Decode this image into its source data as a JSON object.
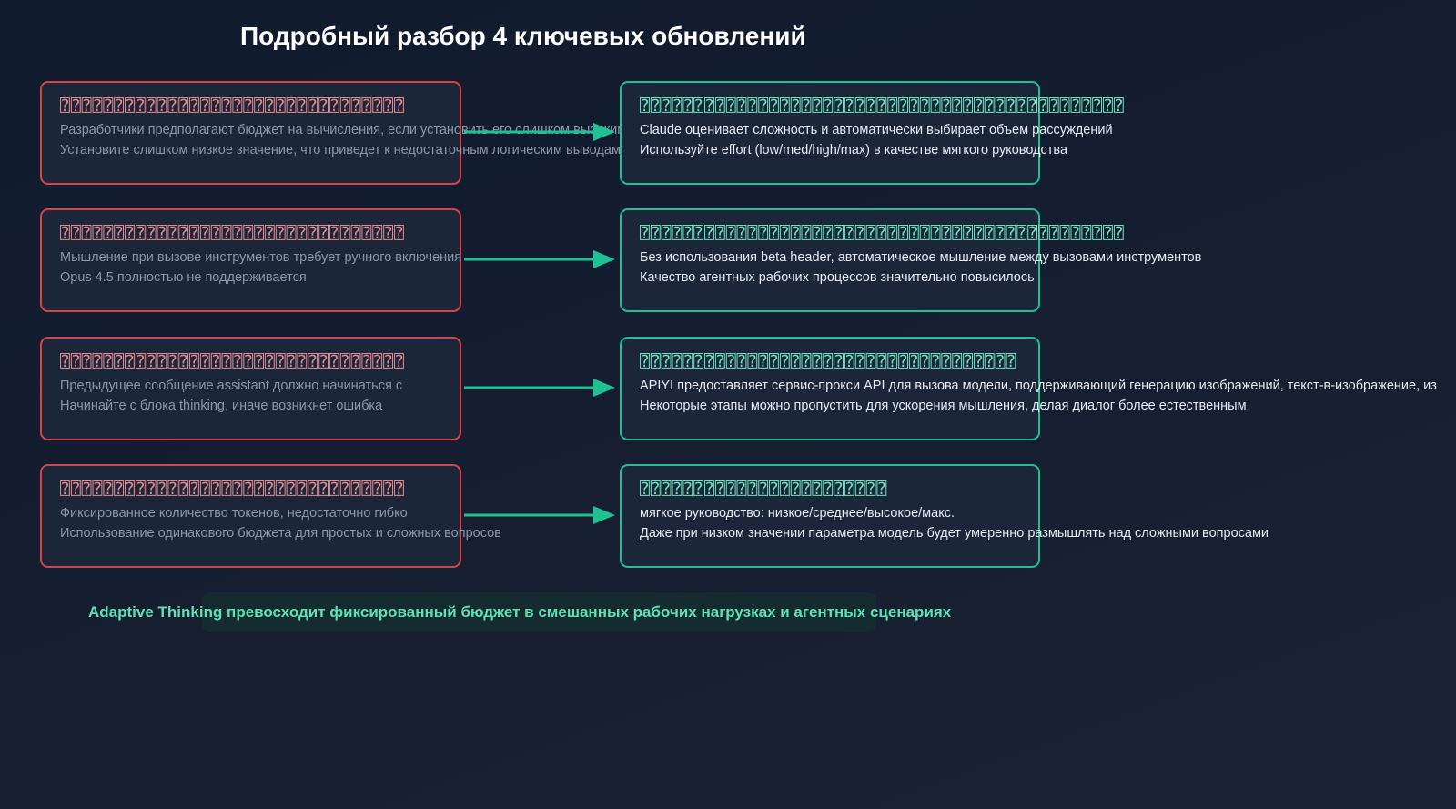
{
  "title": "Подробный разбор 4 ключевых обновлений",
  "colors": {
    "old_border": "#d9424a",
    "new_border": "#1fc192",
    "arrow": "#1fc192",
    "summary_text": "#5fe1b3"
  },
  "rows": [
    {
      "old": {
        "heading": "⍰⍰⍰⍰⍰⍰⍰⍰⍰⍰⍰⍰⍰⍰⍰⍰⍰⍰⍰⍰⍰⍰⍰⍰⍰⍰⍰⍰⍰⍰⍰⍰",
        "line1": "Разработчики предполагают бюджет на вычисления, если установить его слишком высоким",
        "line2": "Установите слишком низкое значение, что приведет к недостаточным логическим выводам"
      },
      "new": {
        "heading": "⍰⍰⍰⍰⍰⍰⍰⍰⍰⍰⍰⍰⍰⍰⍰⍰⍰⍰⍰⍰⍰⍰⍰⍰⍰⍰⍰⍰⍰⍰⍰⍰⍰⍰⍰⍰⍰⍰⍰⍰⍰⍰⍰⍰⍰",
        "line1": "Claude оценивает сложность и автоматически выбирает объем рассуждений",
        "line2": "Используйте effort (low/med/high/max) в качестве мягкого руководства"
      }
    },
    {
      "old": {
        "heading": "⍰⍰⍰⍰⍰⍰⍰⍰⍰⍰⍰⍰⍰⍰⍰⍰⍰⍰⍰⍰⍰⍰⍰⍰⍰⍰⍰⍰⍰⍰⍰⍰",
        "line1": "Мышление при вызове инструментов требует ручного включения",
        "line2": "Opus 4.5 полностью не поддерживается"
      },
      "new": {
        "heading": "⍰⍰⍰⍰⍰⍰⍰⍰⍰⍰⍰⍰⍰⍰⍰⍰⍰⍰⍰⍰⍰⍰⍰⍰⍰⍰⍰⍰⍰⍰⍰⍰⍰⍰⍰⍰⍰⍰⍰⍰⍰⍰⍰⍰⍰",
        "line1": "Без использования beta header, автоматическое мышление между вызовами инструментов",
        "line2": "Качество агентных рабочих процессов значительно повысилось"
      }
    },
    {
      "old": {
        "heading": "⍰⍰⍰⍰⍰⍰⍰⍰⍰⍰⍰⍰⍰⍰⍰⍰⍰⍰⍰⍰⍰⍰⍰⍰⍰⍰⍰⍰⍰⍰⍰⍰",
        "line1": "Предыдущее сообщение assistant должно начинаться с",
        "line2": "Начинайте с блока thinking, иначе возникнет ошибка"
      },
      "new": {
        "heading": "⍰⍰⍰⍰⍰⍰⍰⍰⍰⍰⍰⍰⍰⍰⍰⍰⍰⍰⍰⍰⍰⍰⍰⍰⍰⍰⍰⍰⍰⍰⍰⍰⍰⍰⍰",
        "line1": "APIYI предоставляет сервис-прокси API для вызова модели, поддерживающий генерацию изображений, текст-в-изображение, из",
        "line2": "Некоторые этапы можно пропустить для ускорения мышления, делая диалог более естественным"
      }
    },
    {
      "old": {
        "heading": "⍰⍰⍰⍰⍰⍰⍰⍰⍰⍰⍰⍰⍰⍰⍰⍰⍰⍰⍰⍰⍰⍰⍰⍰⍰⍰⍰⍰⍰⍰⍰⍰",
        "line1": "Фиксированное количество токенов, недостаточно гибко",
        "line2": "Использование одинакового бюджета для простых и сложных вопросов"
      },
      "new": {
        "heading": "⍰⍰⍰⍰⍰⍰⍰⍰⍰⍰⍰⍰⍰⍰⍰⍰⍰⍰⍰⍰⍰⍰⍰",
        "line1": "мягкое руководство: низкое/среднее/высокое/макс.",
        "line2": "Даже при низком значении параметра модель будет умеренно размышлять над сложными вопросами"
      }
    }
  ],
  "summary": "Adaptive Thinking превосходит фиксированный бюджет в смешанных рабочих нагрузках и агентных сценариях"
}
